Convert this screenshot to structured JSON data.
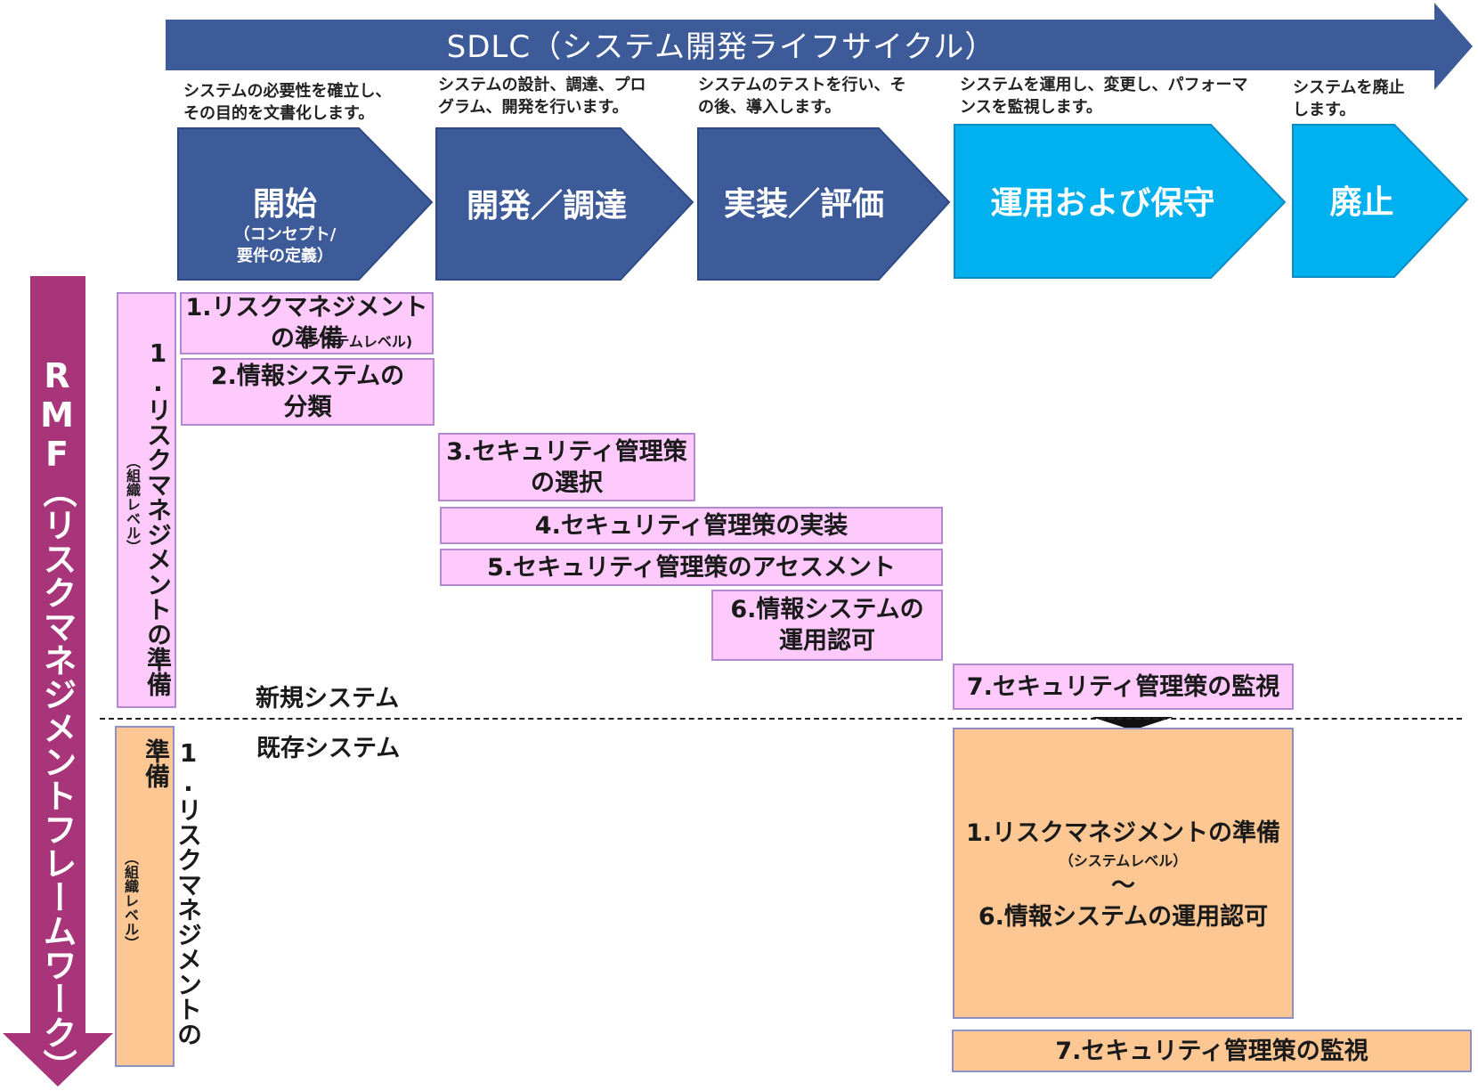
{
  "sdlc": {
    "title": "SDLC（システム開発ライフサイクル）",
    "phases": [
      {
        "desc": "システムの必要性を確立し、\nその目的を文書化します。",
        "label": "開始",
        "sub": "（コンセプト/\n要件の定義）"
      },
      {
        "desc": "システムの設計、調達、プロ\nグラム、開発を行います。",
        "label": "開発／調達",
        "sub": ""
      },
      {
        "desc": "システムのテストを行い、そ\nの後、導入します。",
        "label": "実装／評価",
        "sub": ""
      },
      {
        "desc": "システムを運用し、変更し、パフォーマ\nンスを監視します。",
        "label": "運用および保守",
        "sub": ""
      },
      {
        "desc": "システムを廃止\nします。",
        "label": "廃止",
        "sub": ""
      }
    ]
  },
  "rmf": {
    "title": "RMF（リスクマネジメントフレームワーク）"
  },
  "new_system": {
    "label": "新規システム",
    "org_prep": {
      "main": "1.リスクマネジメントの準備",
      "sub": "（組織レベル）"
    },
    "steps": [
      {
        "text": "1.リスクマネジメント\nの準備",
        "small": "(システムレベル)"
      },
      {
        "text": "2.情報システムの\n分類"
      },
      {
        "text": "3.セキュリティ管理策\nの選択"
      },
      {
        "text": "4.セキュリティ管理策の実装"
      },
      {
        "text": "5.セキュリティ管理策のアセスメント"
      },
      {
        "text": "6.情報システムの\n運用認可"
      },
      {
        "text": "7.セキュリティ管理策の監視"
      }
    ]
  },
  "existing_system": {
    "label": "既存システム",
    "org_prep": {
      "main": "1.リスクマネジメントの準備",
      "sub": "（組織レベル）"
    },
    "combined": {
      "line1": "1.リスクマネジメントの準備",
      "line1_sub": "（システムレベル）",
      "tilde": "～",
      "line2": "6.情報システムの運用認可"
    },
    "monitor": "7.セキュリティ管理策の監視"
  },
  "colors": {
    "sdlc_dark": "#3d5a99",
    "sdlc_light": "#00b0ef",
    "rmf_arrow": "#a8357a",
    "pink": "#fec9fb",
    "orange": "#fcc793"
  }
}
